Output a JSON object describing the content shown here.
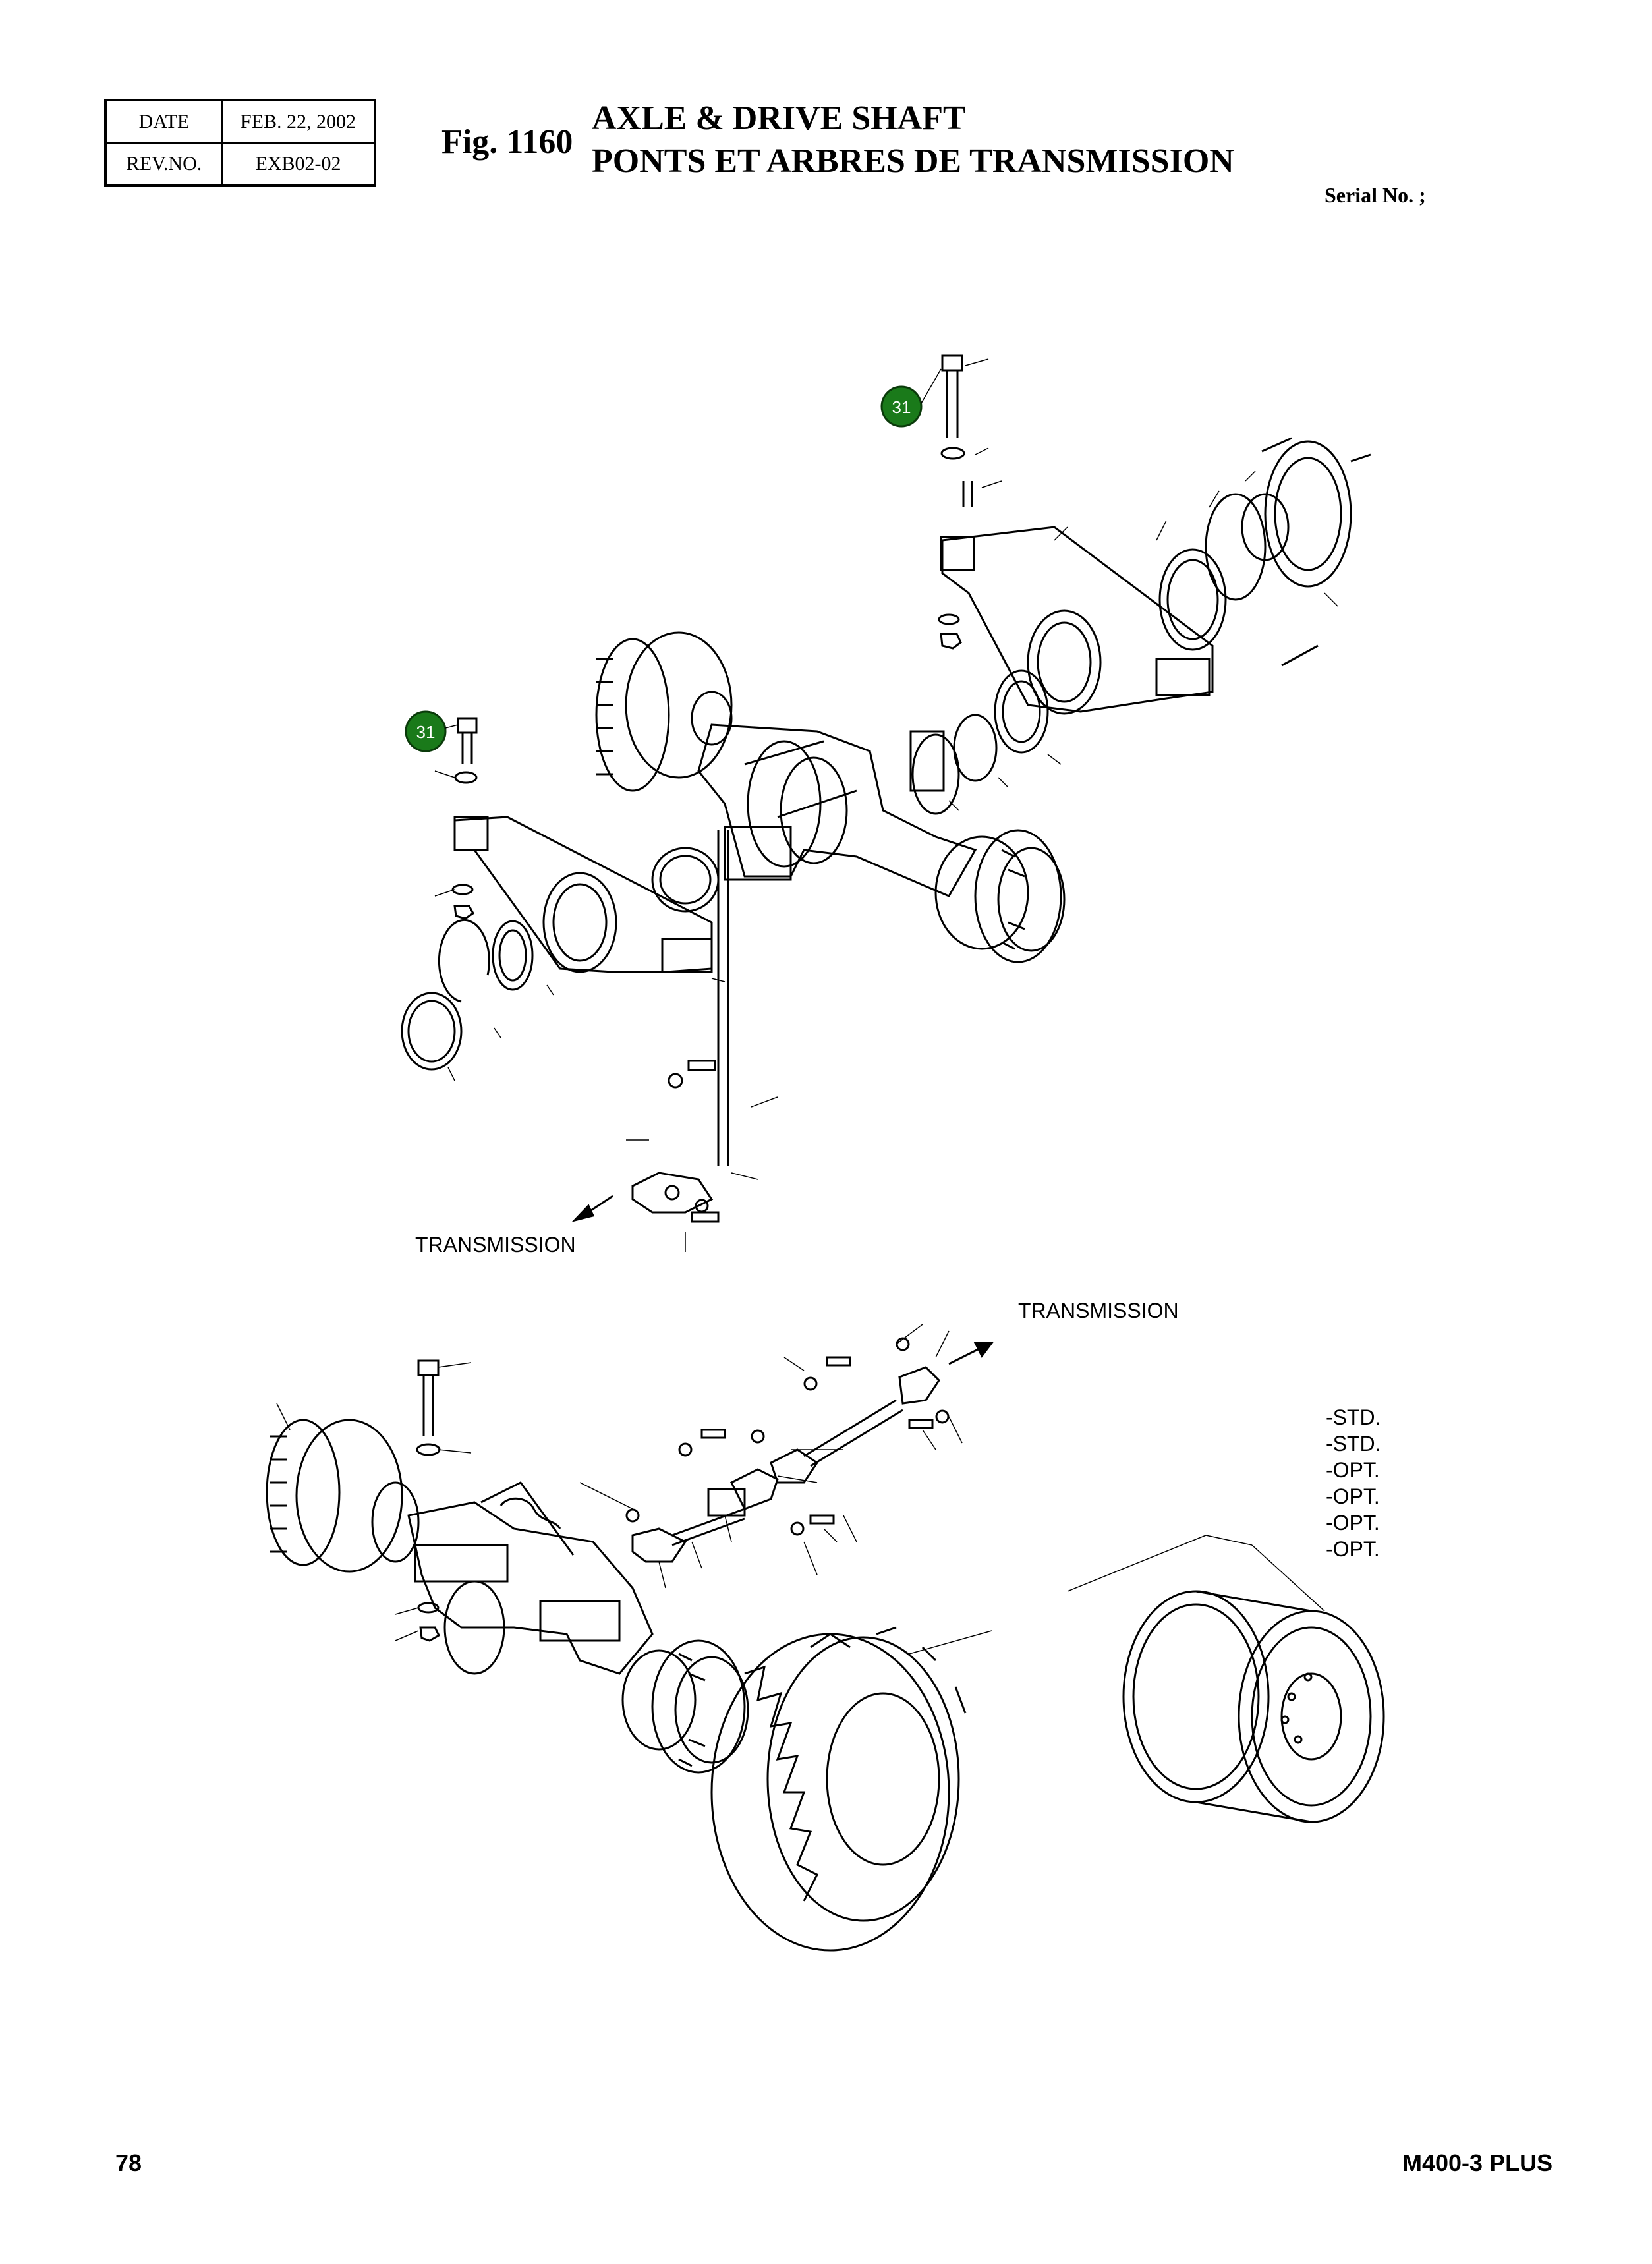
{
  "header": {
    "date_label": "DATE",
    "date_value": "FEB. 22, 2002",
    "rev_label": "REV.NO.",
    "rev_value": "EXB02-02",
    "fig_label": "Fig. 1160",
    "title_en": "AXLE & DRIVE SHAFT",
    "title_fr": "PONTS ET ARBRES DE TRANSMISSION",
    "serial": "Serial No. ;"
  },
  "diagram": {
    "callouts": [
      {
        "label": "31",
        "color": "#1a7a1a"
      },
      {
        "label": "31",
        "color": "#1a7a1a"
      }
    ],
    "transmission_left": "TRANSMISSION",
    "transmission_right": "TRANSMISSION",
    "options": [
      "-STD.",
      "-STD.",
      "-OPT.",
      "-OPT.",
      "-OPT.",
      "-OPT."
    ]
  },
  "footer": {
    "page_number": "78",
    "model": "M400-3 PLUS"
  }
}
